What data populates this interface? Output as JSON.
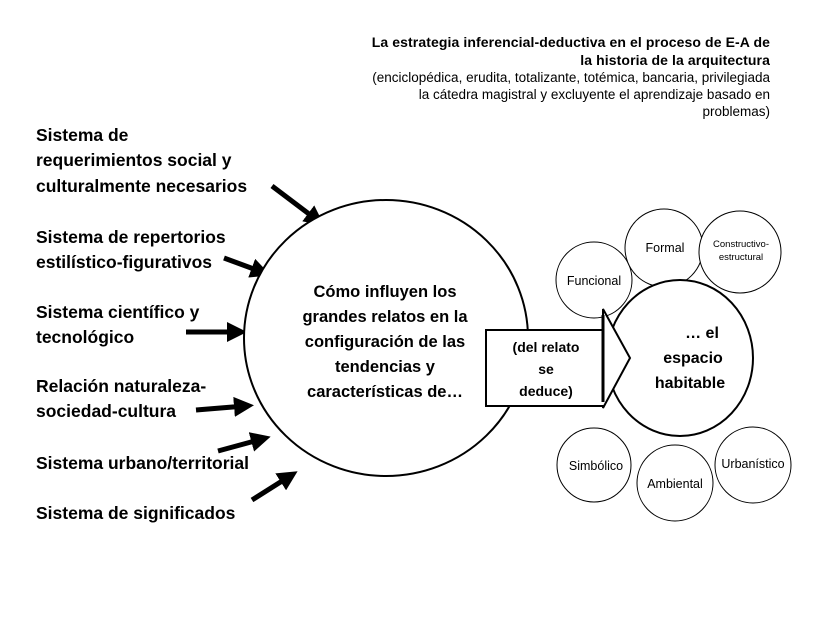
{
  "header": {
    "title_line1": "La estrategia inferencial-deductiva en el proceso de E-A de",
    "title_line2": "la historia de la arquitectura",
    "subtitle_lines": [
      "(enciclopédica, erudita, totalizante, totémica, bancaria, privilegiada",
      "la cátedra magistral y excluyente el aprendizaje basado en",
      "problemas)"
    ]
  },
  "input_systems": [
    {
      "lines": [
        "Sistema de",
        "requerimientos social y",
        "culturalmente necesarios"
      ]
    },
    {
      "lines": [
        "Sistema de repertorios",
        "estilístico-figurativos"
      ]
    },
    {
      "lines": [
        "Sistema científico y",
        "tecnológico"
      ]
    },
    {
      "lines": [
        "Relación naturaleza-",
        "sociedad-cultura"
      ]
    },
    {
      "lines": [
        "Sistema urbano/territorial"
      ]
    },
    {
      "lines": [
        "Sistema de significados"
      ]
    }
  ],
  "central_question": {
    "lines": [
      "Cómo influyen los",
      "grandes relatos en la",
      "configuración de las",
      "tendencias y",
      "características de…"
    ]
  },
  "deduction_box": {
    "lines": [
      "(del relato",
      "se",
      "deduce)"
    ]
  },
  "result": {
    "lines": [
      "… el",
      "espacio",
      "habitable"
    ]
  },
  "aspects": {
    "funcional": "Funcional",
    "formal": "Formal",
    "constructivo_lines": [
      "Constructivo-",
      "estructural"
    ],
    "simbolico": "Simbólico",
    "ambiental": "Ambiental",
    "urbanistico": "Urbanístico"
  }
}
